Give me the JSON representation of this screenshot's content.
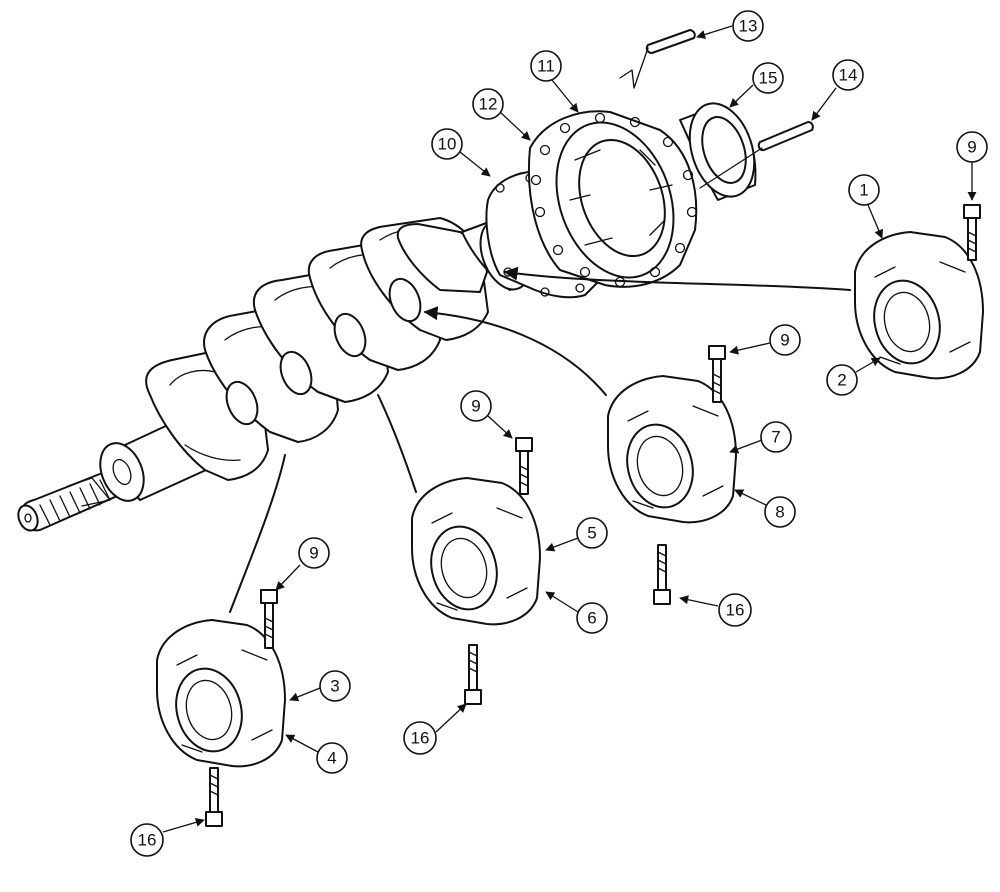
{
  "callouts": {
    "c1": "1",
    "c2": "2",
    "c3": "3",
    "c4": "4",
    "c5": "5",
    "c6": "6",
    "c7": "7",
    "c8": "8",
    "c9a": "9",
    "c9b": "9",
    "c9c": "9",
    "c9d": "9",
    "c10": "10",
    "c11": "11",
    "c12": "12",
    "c13": "13",
    "c14": "14",
    "c15": "15",
    "c16a": "16",
    "c16b": "16",
    "c16c": "16"
  }
}
